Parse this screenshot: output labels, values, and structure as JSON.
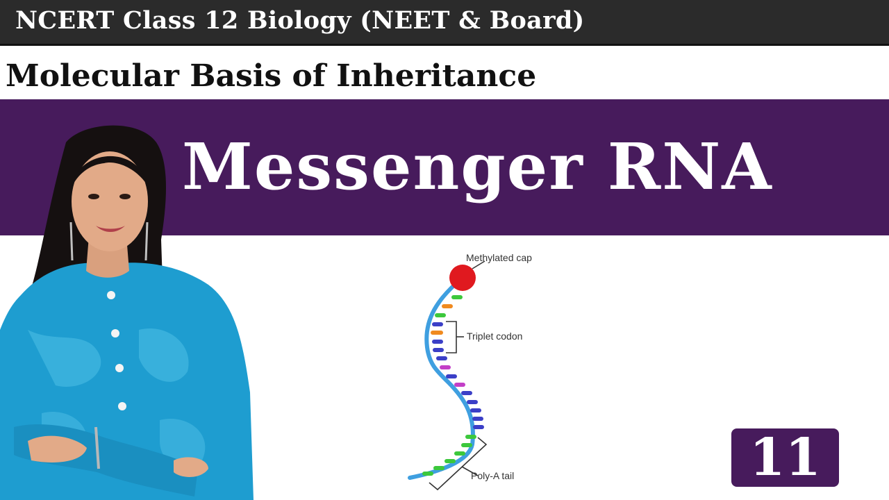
{
  "header": {
    "course_title": "NCERT Class 12 Biology (NEET & Board)"
  },
  "chapter": {
    "title": "Molecular Basis of Inheritance"
  },
  "banner": {
    "title": "Messenger RNA"
  },
  "diagram": {
    "labels": {
      "cap": "Methylated cap",
      "codon": "Triplet codon",
      "tail": "Poly-A tail"
    },
    "colors": {
      "backbone": "#3f9fe0",
      "cap": "#e0191f",
      "green": "#3cc83c",
      "orange": "#f08a1f",
      "blue": "#3b3fc7",
      "magenta": "#c33fc7"
    }
  },
  "episode": {
    "number": "11"
  },
  "colors": {
    "banner": "#471b5c",
    "top_bar": "#2b2b2b"
  },
  "presenter": {
    "icon": "presenter-photo"
  }
}
